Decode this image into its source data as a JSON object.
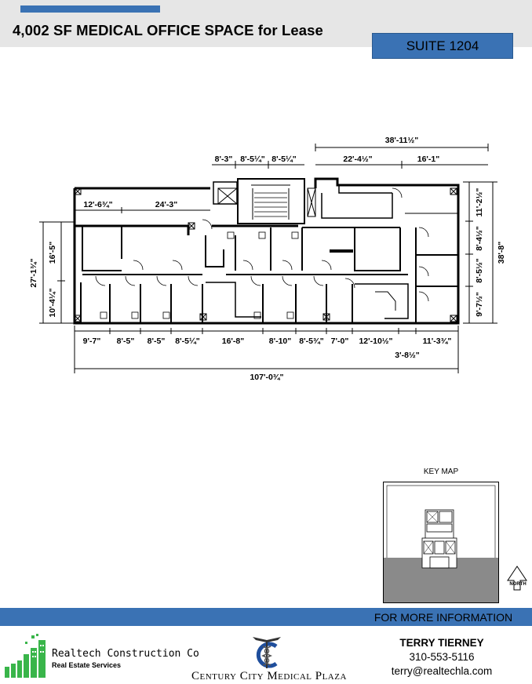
{
  "header": {
    "title": "4,002 SF MEDICAL OFFICE SPACE for Lease",
    "suite": "SUITE 1204",
    "accent_color": "#3a72b4"
  },
  "floor_plan": {
    "dimensions_top": [
      "38'-11½\"",
      "8'-3\"",
      "8'-5¼\"",
      "8'-5¼\"",
      "22'-4½\"",
      "16'-1\"",
      "12'-6¾\"",
      "24'-3\""
    ],
    "dimensions_left": [
      "27'-1¾\"",
      "16'-5\"",
      "10'-4¼\""
    ],
    "dimensions_right": [
      "38'-8\"",
      "11'-2½\"",
      "8'-4½\"",
      "8'-5½\"",
      "9'-7½\""
    ],
    "dimensions_bottom": [
      "9'-7\"",
      "8'-5\"",
      "8'-5\"",
      "8'-5¼\"",
      "16'-8\"",
      "8'-10\"",
      "8'-5¾\"",
      "7'-0\"",
      "12'-10½\"",
      "11'-3¾\"",
      "3'-8½\""
    ],
    "total_width": "107'-0¾\""
  },
  "key_map": {
    "label": "KEY MAP",
    "north_label": "NORTH"
  },
  "footer": {
    "info_label": "FOR MORE INFORMATION",
    "contact_name": "TERRY TIERNEY",
    "contact_phone": "310-553-5116",
    "contact_email": "terry@realtechla.com",
    "company_name": "Realtech Construction Co",
    "company_sub": "Real Estate Services",
    "plaza_name": "Century City Medical Plaza"
  }
}
